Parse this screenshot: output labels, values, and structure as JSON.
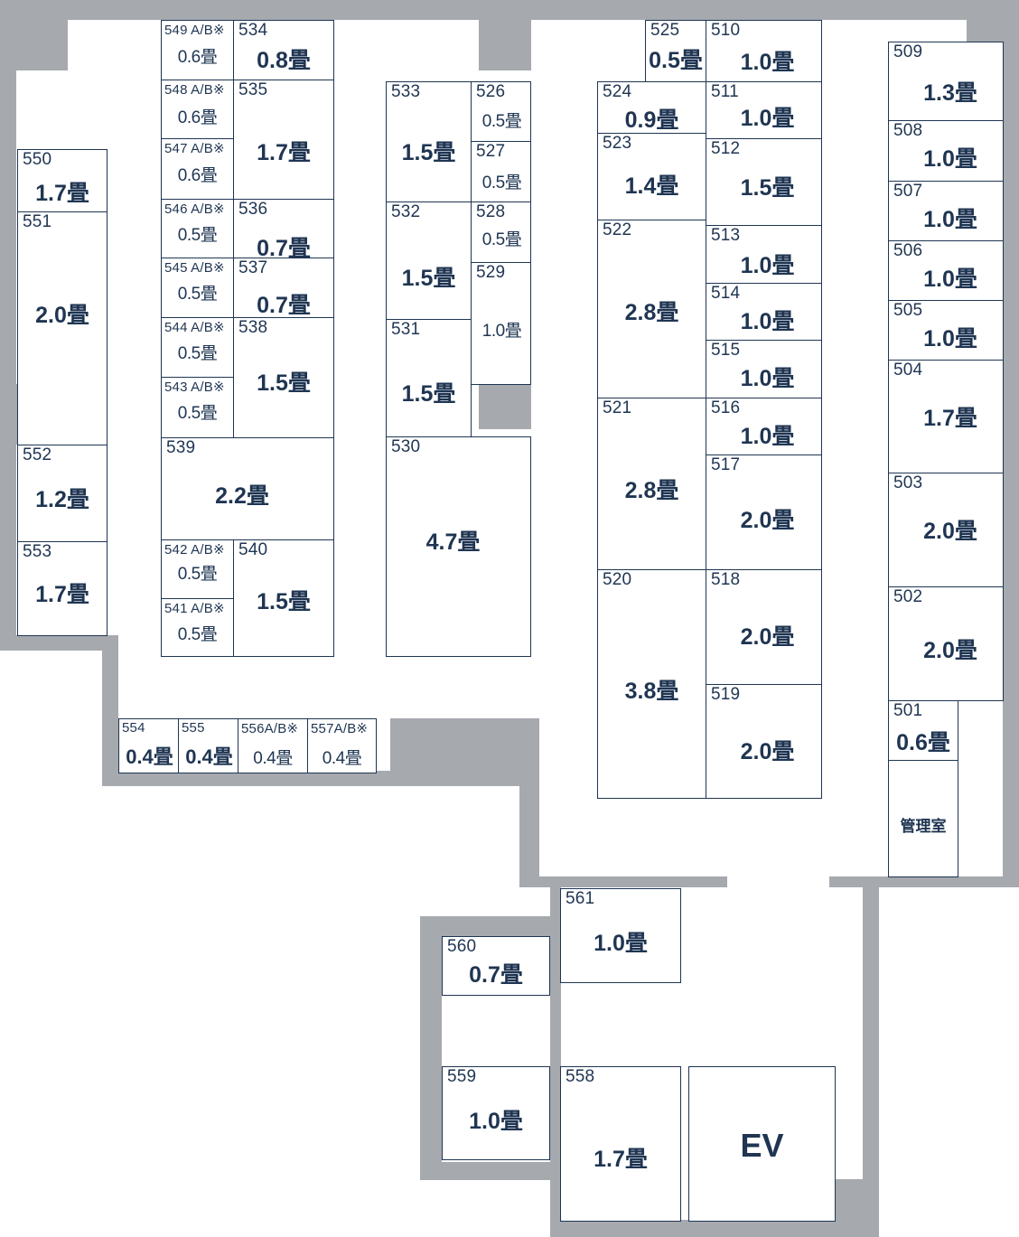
{
  "colors": {
    "wall": "#a6a9ae",
    "line": "#1f3552",
    "background": "#ffffff"
  },
  "rooms": {
    "r509": {
      "num": "509",
      "size": "1.3畳"
    },
    "r508": {
      "num": "508",
      "size": "1.0畳"
    },
    "r507": {
      "num": "507",
      "size": "1.0畳"
    },
    "r506": {
      "num": "506",
      "size": "1.0畳"
    },
    "r505": {
      "num": "505",
      "size": "1.0畳"
    },
    "r504": {
      "num": "504",
      "size": "1.7畳"
    },
    "r503": {
      "num": "503",
      "size": "2.0畳"
    },
    "r502": {
      "num": "502",
      "size": "2.0畳"
    },
    "r501": {
      "num": "501",
      "size": "0.6畳"
    },
    "r510": {
      "num": "510",
      "size": "1.0畳"
    },
    "r511": {
      "num": "511",
      "size": "1.0畳"
    },
    "r512": {
      "num": "512",
      "size": "1.5畳"
    },
    "r513": {
      "num": "513",
      "size": "1.0畳"
    },
    "r514": {
      "num": "514",
      "size": "1.0畳"
    },
    "r515": {
      "num": "515",
      "size": "1.0畳"
    },
    "r516": {
      "num": "516",
      "size": "1.0畳"
    },
    "r517": {
      "num": "517",
      "size": "2.0畳"
    },
    "r518": {
      "num": "518",
      "size": "2.0畳"
    },
    "r519": {
      "num": "519",
      "size": "2.0畳"
    },
    "r520": {
      "num": "520",
      "size": "3.8畳"
    },
    "r521": {
      "num": "521",
      "size": "2.8畳"
    },
    "r522": {
      "num": "522",
      "size": "2.8畳"
    },
    "r523": {
      "num": "523",
      "size": "1.4畳"
    },
    "r524": {
      "num": "524",
      "size": "0.9畳"
    },
    "r525": {
      "num": "525",
      "size": "0.5畳"
    },
    "r526": {
      "num": "526",
      "size": "0.5畳"
    },
    "r527": {
      "num": "527",
      "size": "0.5畳"
    },
    "r528": {
      "num": "528",
      "size": "0.5畳"
    },
    "r529": {
      "num": "529",
      "size": "1.0畳"
    },
    "r530": {
      "num": "530",
      "size": "4.7畳"
    },
    "r531": {
      "num": "531",
      "size": "1.5畳"
    },
    "r532": {
      "num": "532",
      "size": "1.5畳"
    },
    "r533": {
      "num": "533",
      "size": "1.5畳"
    },
    "r534": {
      "num": "534",
      "size": "0.8畳"
    },
    "r535": {
      "num": "535",
      "size": "1.7畳"
    },
    "r536": {
      "num": "536",
      "size": "0.7畳"
    },
    "r537": {
      "num": "537",
      "size": "0.7畳"
    },
    "r538": {
      "num": "538",
      "size": "1.5畳"
    },
    "r539": {
      "num": "539",
      "size": "2.2畳"
    },
    "r540": {
      "num": "540",
      "size": "1.5畳"
    },
    "r541": {
      "num": "541 A/B※",
      "size": "0.5畳"
    },
    "r542": {
      "num": "542 A/B※",
      "size": "0.5畳"
    },
    "r543": {
      "num": "543 A/B※",
      "size": "0.5畳"
    },
    "r544": {
      "num": "544 A/B※",
      "size": "0.5畳"
    },
    "r545": {
      "num": "545 A/B※",
      "size": "0.5畳"
    },
    "r546": {
      "num": "546 A/B※",
      "size": "0.5畳"
    },
    "r547": {
      "num": "547 A/B※",
      "size": "0.6畳"
    },
    "r548": {
      "num": "548 A/B※",
      "size": "0.6畳"
    },
    "r549": {
      "num": "549 A/B※",
      "size": "0.6畳"
    },
    "r550": {
      "num": "550",
      "size": "1.7畳"
    },
    "r551": {
      "num": "551",
      "size": "2.0畳"
    },
    "r552": {
      "num": "552",
      "size": "1.2畳"
    },
    "r553": {
      "num": "553",
      "size": "1.7畳"
    },
    "r554": {
      "num": "554",
      "size": "0.4畳"
    },
    "r555": {
      "num": "555",
      "size": "0.4畳"
    },
    "r556": {
      "num": "556A/B※",
      "size": "0.4畳"
    },
    "r557": {
      "num": "557A/B※",
      "size": "0.4畳"
    },
    "r558": {
      "num": "558",
      "size": "1.7畳"
    },
    "r559": {
      "num": "559",
      "size": "1.0畳"
    },
    "r560": {
      "num": "560",
      "size": "0.7畳"
    },
    "r561": {
      "num": "561",
      "size": "1.0畳"
    }
  },
  "office": {
    "label": "管理室"
  },
  "elevator": {
    "label": "EV"
  }
}
